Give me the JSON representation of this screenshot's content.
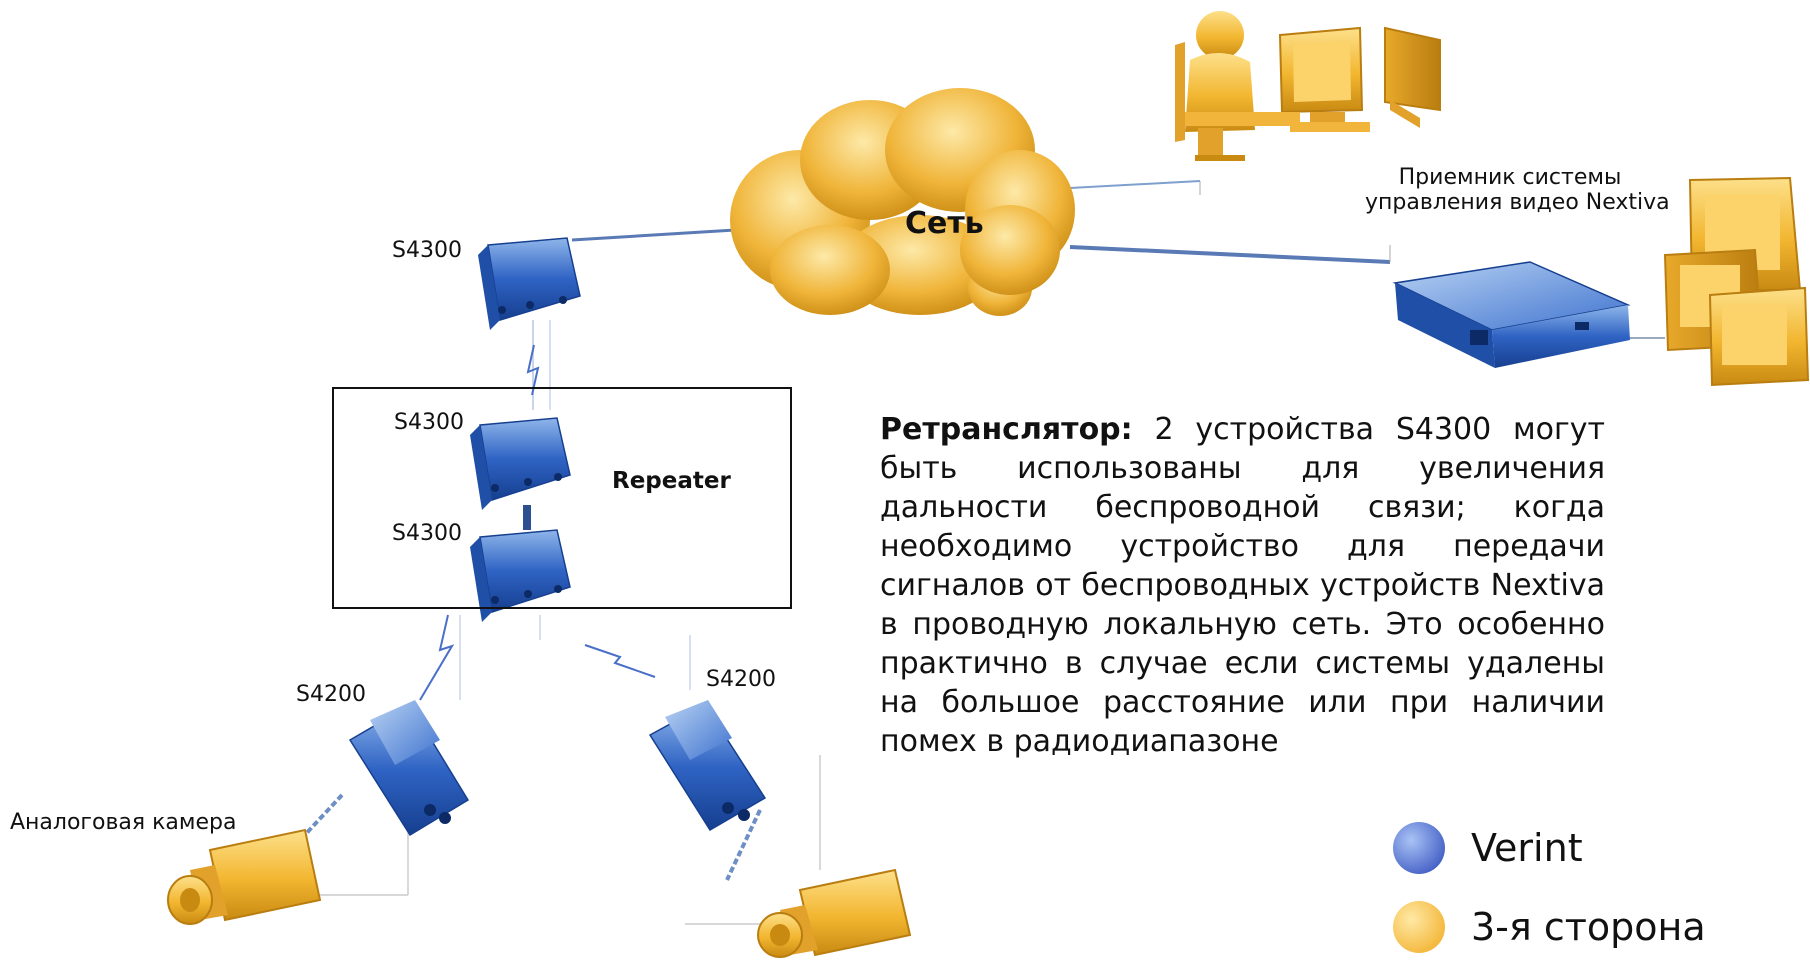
{
  "network": {
    "label": "Сеть"
  },
  "receiver": {
    "line1": "Приемник системы",
    "line2": "управления видео Nextiva"
  },
  "devices": {
    "s4300_top": "S4300",
    "s4300_rep_a": "S4300",
    "s4300_rep_b": "S4300",
    "s4200_left": "S4200",
    "s4200_right": "S4200"
  },
  "repeater": {
    "label": "Repeater"
  },
  "camera": {
    "label": "Аналоговая камера"
  },
  "description": {
    "bold": "Ретранслятор:",
    "text": " 2 устройства S4300 могут быть использованы для увеличения дальности беспроводной связи; когда необходимо устройство для передачи сигналов от беспроводных устройств Nextiva в проводную локальную сеть. Это особенно практично в случае если системы удалены на большое расстояние или при наличии помех в радиодиапазоне"
  },
  "legend": [
    {
      "label": "Verint",
      "color": "#3a57c9"
    },
    {
      "label": "3-я сторона",
      "color": "#f2b630"
    }
  ]
}
